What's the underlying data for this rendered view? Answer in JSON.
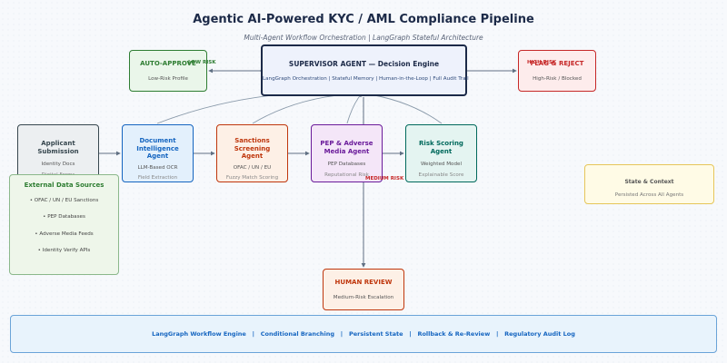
{
  "title": "Agentic AI-Powered KYC / AML Compliance Pipeline",
  "subtitle": "Multi-Agent Workflow Orchestration  |  LangGraph Stateful Architecture",
  "supervisor": {
    "title": "SUPERVISOR AGENT  —  Decision Engine",
    "subtitle": "LangGraph Orchestration   |   Stateful Memory   |   Human-in-the-Loop   |   Full Audit Trail"
  },
  "auto_approve": {
    "title": "AUTO-APPROVE",
    "subtitle": "Low-Risk Profile",
    "edge_label": "LOW RISK"
  },
  "flag_reject": {
    "title": "FLAG & REJECT",
    "subtitle": "High-Risk / Blocked",
    "edge_label": "HIGH RISK"
  },
  "agents": [
    {
      "title_1": "Applicant",
      "title_2": "Submission",
      "title_3": "",
      "sub_1": "Identity Docs",
      "sub_2": "Digital Forms"
    },
    {
      "title_1": "Document",
      "title_2": "Intelligence",
      "title_3": "Agent",
      "sub_1": "LLM-Based OCR",
      "sub_2": "Field Extraction"
    },
    {
      "title_1": "Sanctions",
      "title_2": "Screening",
      "title_3": "Agent",
      "sub_1": "OFAC / UN / EU",
      "sub_2": "Fuzzy Match Scoring"
    },
    {
      "title_1": "PEP & Adverse",
      "title_2": "Media Agent",
      "title_3": "",
      "sub_1": "PEP Databases",
      "sub_2": "Reputational Risk"
    },
    {
      "title_1": "Risk Scoring",
      "title_2": "Agent",
      "title_3": "",
      "sub_1": "Weighted Model",
      "sub_2": "Explainable Score"
    }
  ],
  "external": {
    "title": "External Data Sources",
    "items": [
      "• OFAC / UN / EU Sanctions",
      "• PEP Databases",
      "• Adverse Media Feeds",
      "• Identity Verify APIs"
    ]
  },
  "state": {
    "title": "State & Context",
    "subtitle": "Persisted Across All Agents"
  },
  "human_review": {
    "title": "HUMAN REVIEW",
    "subtitle": "Medium-Risk Escalation",
    "edge_label": "MEDIUM RISK"
  },
  "footer": "LangGraph Workflow Engine   |   Conditional Branching   |   Persistent State   |   Rollback & Re-Review   |   Regulatory Audit Log",
  "colors": {
    "supervisor": "#1c2a48",
    "approve": "#2e7d32",
    "reject": "#c62828",
    "applicant": "#37474f",
    "document": "#1565c0",
    "sanctions": "#bf360c",
    "pep": "#6a1b9a",
    "risk": "#00695c",
    "review": "#bf360c",
    "footer": "#1565c0"
  }
}
